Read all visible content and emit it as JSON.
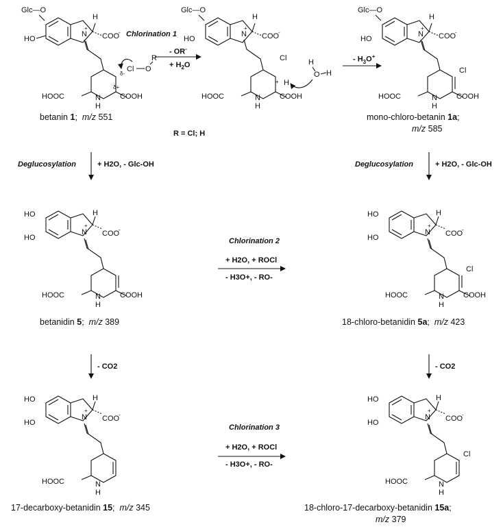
{
  "molecules": {
    "betanin": {
      "name": "betanin",
      "number": "1",
      "mz": "551"
    },
    "mono_chloro_betanin": {
      "name": "mono-chloro-betanin",
      "number": "1a",
      "mz": "585"
    },
    "betanidin": {
      "name": "betanidin",
      "number": "5",
      "mz": "389"
    },
    "chloro_betanidin": {
      "name": "18-chloro-betanidin",
      "number": "5a",
      "mz": "423"
    },
    "decarboxy_betanidin": {
      "name": "17-decarboxy-betanidin",
      "number": "15",
      "mz": "345"
    },
    "chloro_decarboxy_betanidin": {
      "name": "18-chloro-17-decarboxy-betanidin",
      "number": "15a",
      "mz": "379"
    }
  },
  "mz_label": "m/z",
  "r_definition": "R = Cl; H",
  "reactions": {
    "chlorination1": {
      "title": "Chlorination 1",
      "top": "- OR",
      "top_sup": "-",
      "bottom": "+ H",
      "bottom_sub": "2",
      "bottom_rest": "O"
    },
    "deprotonation": {
      "label": "- H",
      "sub": "3",
      "rest": "O",
      "sup": "+"
    },
    "deglucosylation_left": {
      "title": "Deglucosylation",
      "cond": "+ H2O,  - Glc-OH"
    },
    "deglucosylation_right": {
      "title": "Deglucosylation",
      "cond": "+ H2O,  - Glc-OH"
    },
    "chlorination2": {
      "title": "Chlorination 2",
      "top": "+ H2O,  + ROCl",
      "bottom": "- H3O+,  - RO-"
    },
    "decarboxylation_left": {
      "cond": "- CO2"
    },
    "decarboxylation_right": {
      "cond": "- CO2"
    },
    "chlorination3": {
      "title": "Chlorination 3",
      "top": "+ H2O,  + ROCl",
      "bottom": "- H3O+,  - RO-"
    }
  },
  "atom_labels": {
    "glc_o": "Glc—O",
    "ho": "HO",
    "h": "H",
    "n_plus": "N",
    "coo": "COO",
    "hooc": "HOOC",
    "cooh": "COOH",
    "n": "N",
    "cl": "Cl",
    "o": "O",
    "r": "R",
    "delta_minus": "δ-",
    "delta_plus": "δ+"
  },
  "colors": {
    "ink": "#111111",
    "background": "#ffffff"
  }
}
